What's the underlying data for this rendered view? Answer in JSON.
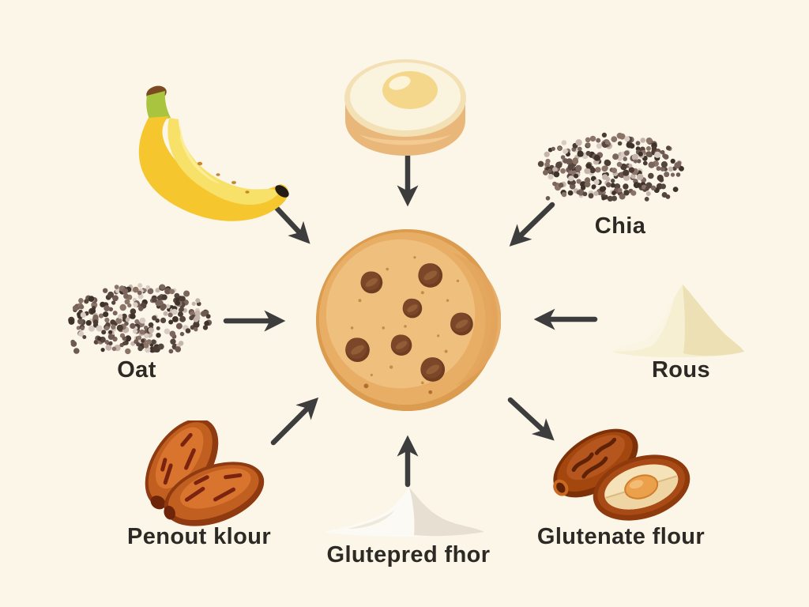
{
  "diagram": {
    "type": "radial-ingredient-diagram",
    "background_color": "#FBF6E8",
    "arrow_color": "#3D3D3D",
    "label_color": "#2D2A26",
    "center": {
      "id": "cookie",
      "icon": "chocolate-chip-cookie-icon",
      "label": ""
    },
    "nodes": [
      {
        "id": "banana",
        "icon": "banana-icon",
        "label": "",
        "position": "top-left"
      },
      {
        "id": "dough-ball",
        "icon": "dough-ball-icon",
        "label": "",
        "position": "top-center"
      },
      {
        "id": "chia",
        "icon": "chia-seeds-icon",
        "label": "Chia",
        "position": "top-right"
      },
      {
        "id": "oat",
        "icon": "seed-pile-icon",
        "label": "Oat",
        "position": "middle-left"
      },
      {
        "id": "rous",
        "icon": "flour-mound-icon",
        "label": "Rous",
        "position": "middle-right"
      },
      {
        "id": "penout-klour",
        "icon": "dates-icon",
        "label": "Penout klour",
        "position": "bottom-left"
      },
      {
        "id": "glutepred-fhor",
        "icon": "flour-pile-icon",
        "label": "Glutepred fhor",
        "position": "bottom-center"
      },
      {
        "id": "glutenate-flour",
        "icon": "dates-cut-icon",
        "label": "Glutenate flour",
        "position": "bottom-right"
      }
    ],
    "arrows": [
      {
        "from": "banana",
        "to": "cookie"
      },
      {
        "from": "dough-ball",
        "to": "cookie"
      },
      {
        "from": "chia",
        "to": "cookie"
      },
      {
        "from": "oat",
        "to": "cookie"
      },
      {
        "from": "rous",
        "to": "cookie"
      },
      {
        "from": "penout-klour",
        "to": "cookie"
      },
      {
        "from": "glutepred-fhor",
        "to": "cookie"
      },
      {
        "from": "cookie",
        "to": "glutenate-flour"
      }
    ],
    "colors": {
      "cookie_body": "#E9AE66",
      "cookie_rim": "#DC9C50",
      "chocolate_chip": "#7C4728",
      "banana_yellow": "#F5C62E",
      "banana_light": "#F8E169",
      "date_brown": "#B4551C",
      "flour_cream": "#F6EFD2",
      "flour_white": "#FCFAF4",
      "seed_dark": "#55463E"
    }
  }
}
